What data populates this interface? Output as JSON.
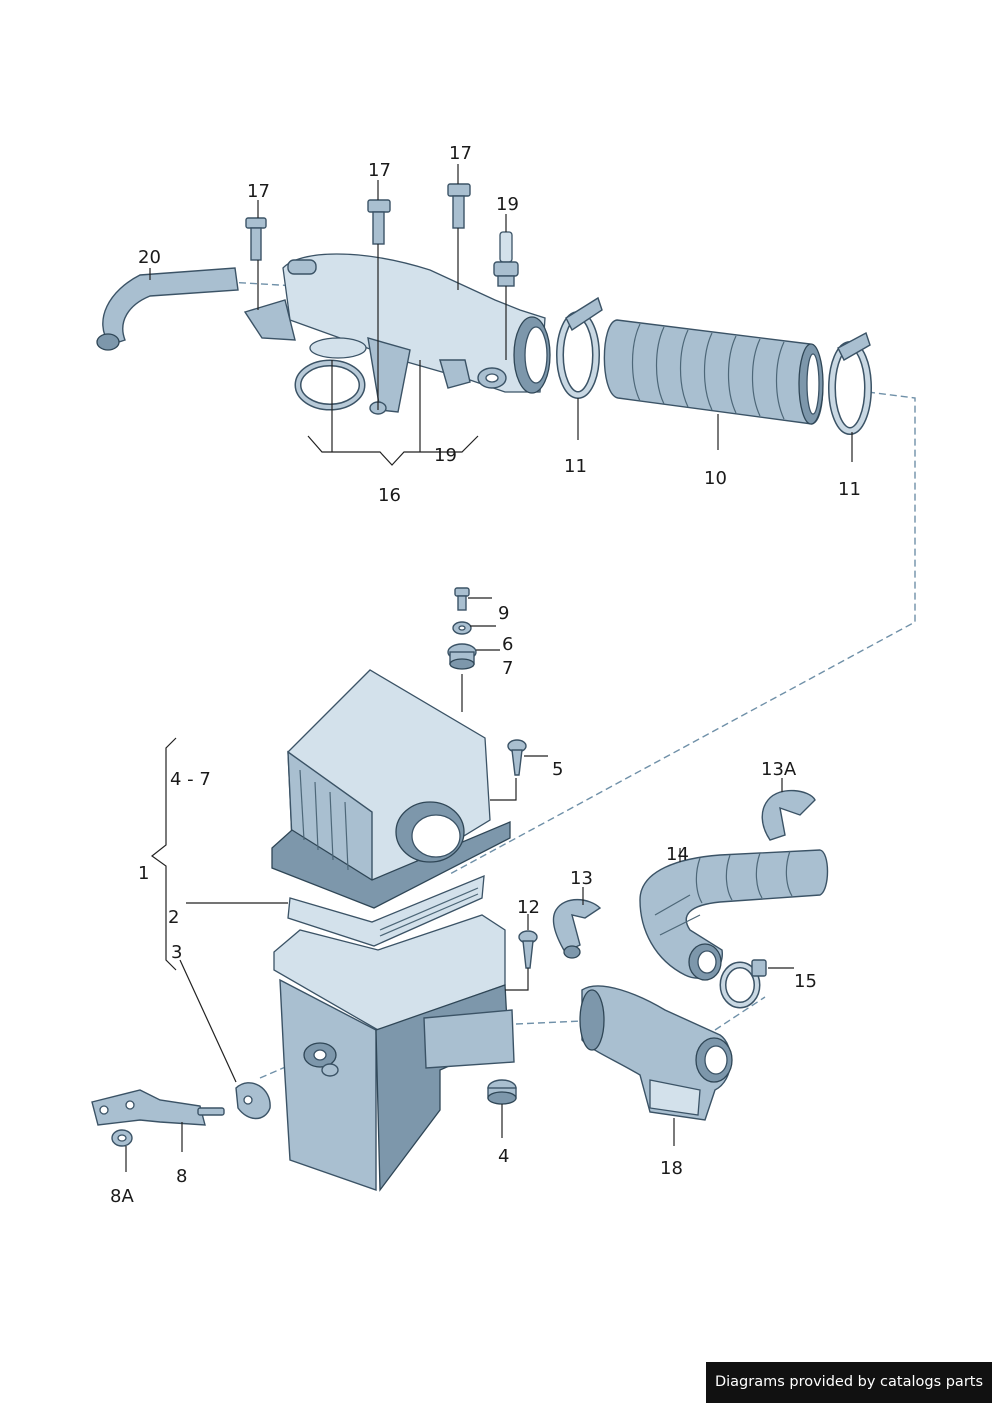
{
  "labels": {
    "p17a": "17",
    "p17b": "17",
    "p17c": "17",
    "p19a": "19",
    "p20": "20",
    "p16": "16",
    "p19b": "19",
    "p11a": "11",
    "p10": "10",
    "p11b": "11",
    "p9": "9",
    "p6": "6",
    "p7": "7",
    "p5": "5",
    "p4_7": "4 - 7",
    "p1": "1",
    "p2": "2",
    "p3": "3",
    "p13a": "13A",
    "p14": "14",
    "p13": "13",
    "p12": "12",
    "p15": "15",
    "p4": "4",
    "p18": "18",
    "p8": "8",
    "p8a": "8A"
  },
  "footer": {
    "credit": "Diagrams provided by catalogs parts"
  },
  "colors": {
    "part_fill": "#a9bfd0",
    "part_stroke": "#3b5366",
    "dashed_leader": "#6f90a8",
    "badge": "#111111"
  }
}
